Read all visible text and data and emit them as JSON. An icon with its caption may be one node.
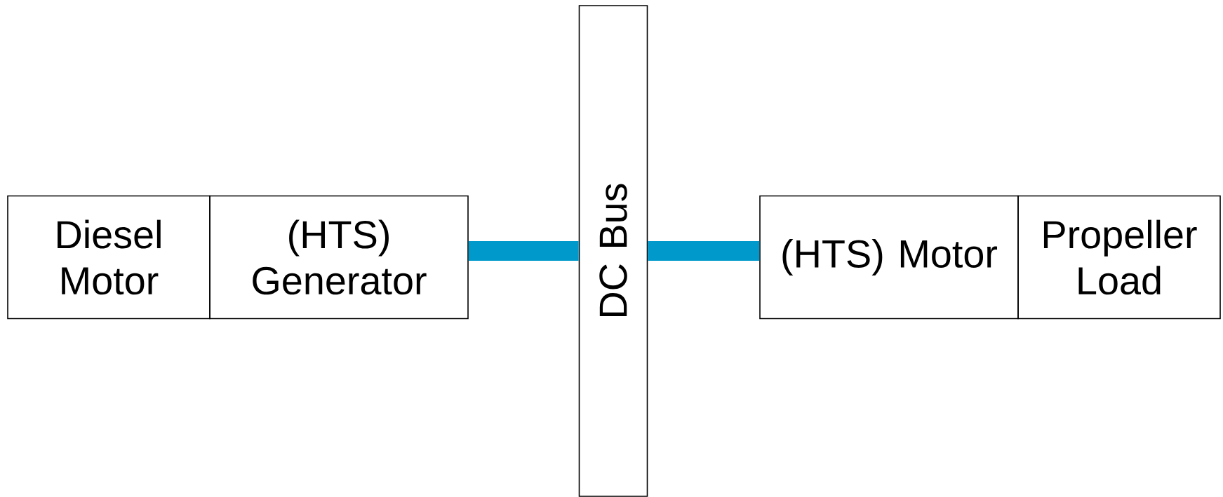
{
  "diagram": {
    "nodes": [
      {
        "text": [
          "Diesel Motor"
        ]
      },
      {
        "text": [
          "(HTS) Generator"
        ]
      },
      {
        "text": [
          "DC Bus"
        ]
      },
      {
        "text": [
          "(HTS) Motor"
        ]
      },
      {
        "text": [
          "Propeller Load"
        ]
      }
    ],
    "edges": [
      {
        "from": 1,
        "to": 2,
        "arrow": "none"
      },
      {
        "from": 2,
        "to": 3,
        "arrow": "none"
      }
    ]
  }
}
